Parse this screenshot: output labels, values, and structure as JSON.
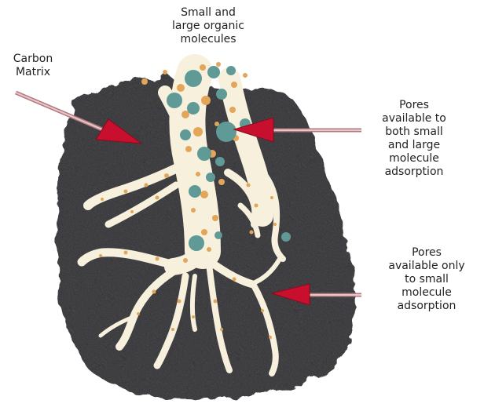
{
  "labels": {
    "molecules": "Small and\nlarge organic\nmolecules",
    "carbon_matrix": "Carbon\nMatrix",
    "pores_both": "Pores\navailable to\nboth small\nand large\nmolecule\nadsorption",
    "pores_small_only": "Pores\navailable only\nto small\nmolecule\nadsorption"
  },
  "colors": {
    "matrix": "#2e2f30",
    "pore": "#f6f0dc",
    "small_molecule": "#e3a55a",
    "large_molecule": "#5f9a96",
    "arrow_fill": "#c8102e",
    "arrow_outline": "#b07a80"
  }
}
